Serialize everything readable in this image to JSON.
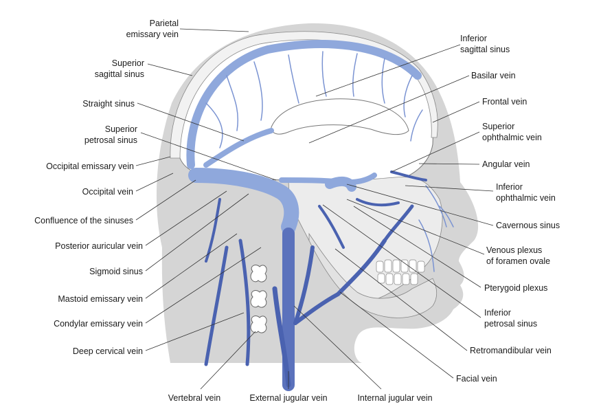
{
  "colors": {
    "head_fill": "#d5d5d5",
    "skin_fill": "#e6e6e6",
    "bone_fill": "#eeeeee",
    "vein_light": "#8fa8dc",
    "vein_dark": "#4a62b0",
    "leader": "#333333"
  },
  "labels": {
    "parietal_emissary_vein": "Parietal\nemissary vein",
    "superior_sagittal_sinus": "Superior\nsagittal sinus",
    "straight_sinus": "Straight sinus",
    "superior_petrosal_sinus": "Superior\npetrosal sinus",
    "occipital_emissary_vein": "Occipital emissary vein",
    "occipital_vein": "Occipital vein",
    "confluence_of_sinuses": "Confluence of the sinuses",
    "posterior_auricular_vein": "Posterior auricular vein",
    "sigmoid_sinus": "Sigmoid sinus",
    "mastoid_emissary_vein": "Mastoid emissary vein",
    "condylar_emissary_vein": "Condylar emissary vein",
    "deep_cervical_vein": "Deep cervical vein",
    "vertebral_vein": "Vertebral vein",
    "external_jugular_vein": "External jugular vein",
    "internal_jugular_vein": "Internal jugular vein",
    "inferior_sagittal_sinus": "Inferior\nsagittal sinus",
    "basilar_vein": "Basilar vein",
    "frontal_vein": "Frontal vein",
    "superior_ophthalmic_vein": "Superior\nophthalmic vein",
    "angular_vein": "Angular vein",
    "inferior_ophthalmic_vein": "Inferior\nophthalmic vein",
    "cavernous_sinus": "Cavernous sinus",
    "venous_plexus_foramen_ovale": "Venous plexus\nof foramen ovale",
    "pterygoid_plexus": "Pterygoid plexus",
    "inferior_petrosal_sinus": "Inferior\npetrosal sinus",
    "retromandibular_vein": "Retromandibular vein",
    "facial_vein": "Facial vein"
  }
}
